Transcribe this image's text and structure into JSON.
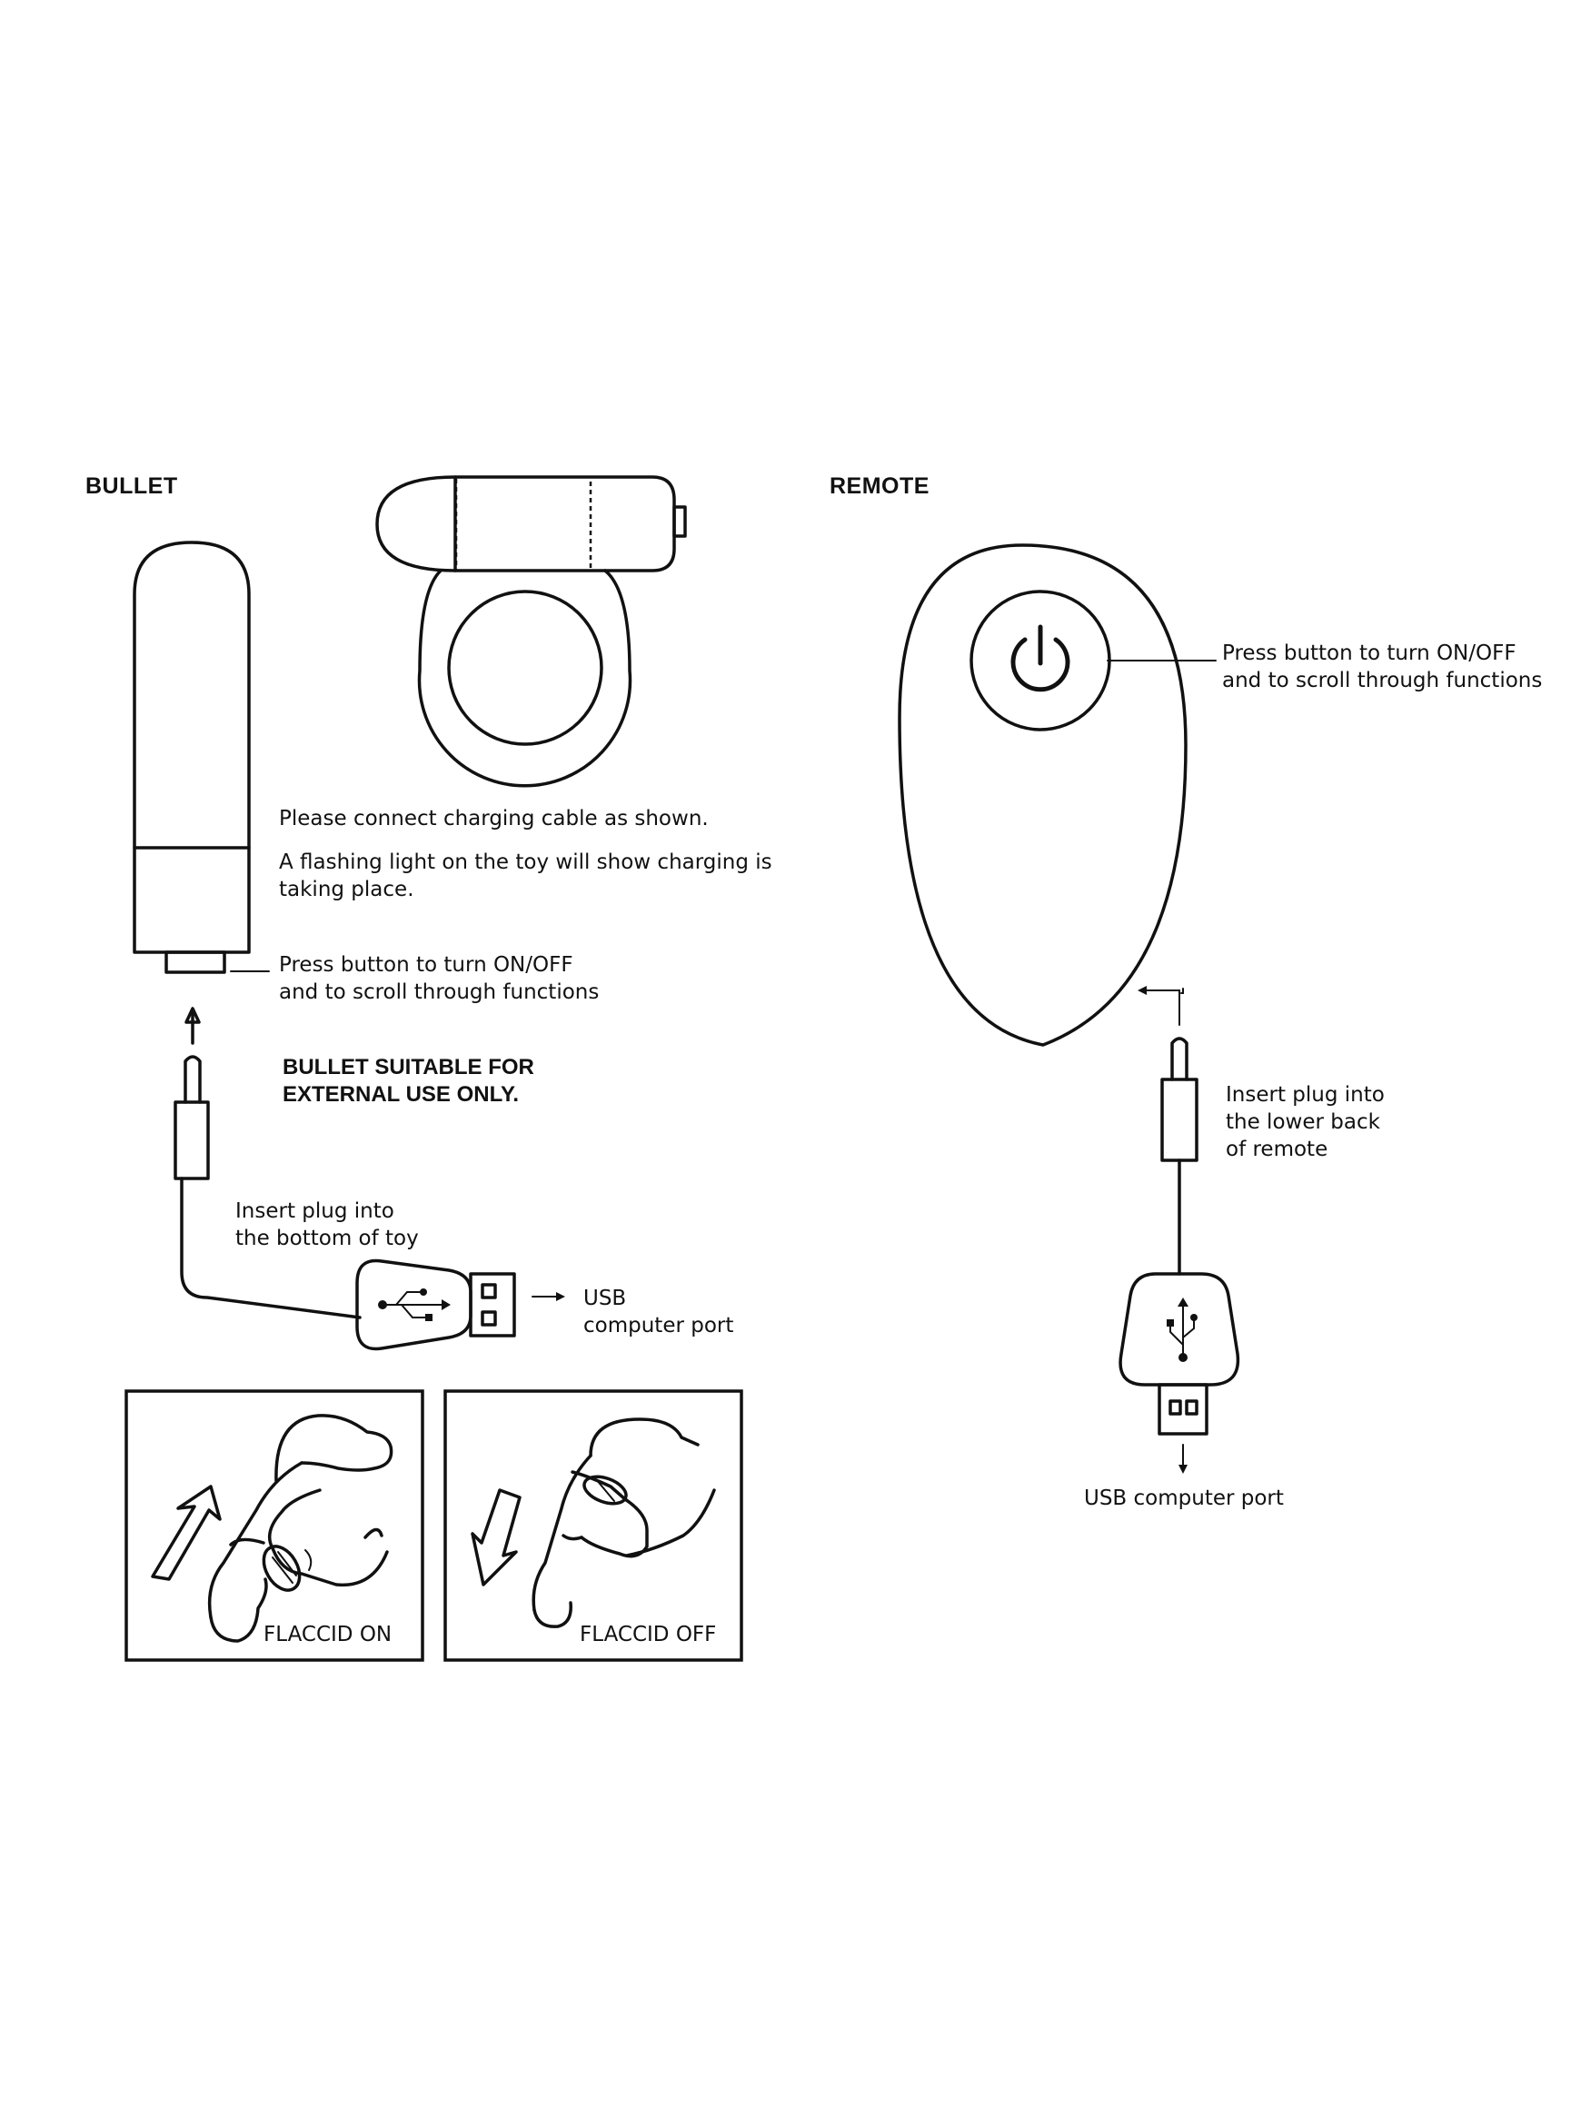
{
  "bullet": {
    "heading": "BULLET",
    "charging_note": "Please connect charging cable as shown.",
    "flashing_note_line1": "A flashing light on the toy will show charging is",
    "flashing_note_line2": "taking place.",
    "button_note_line1": "Press button to turn ON/OFF",
    "button_note_line2": "and to scroll through functions",
    "warning_line1": "BULLET SUITABLE FOR",
    "warning_line2": "EXTERNAL USE ONLY.",
    "insert_note_line1": "Insert plug into",
    "insert_note_line2": "the bottom of toy",
    "usb_line1": "USB",
    "usb_line2": "computer port"
  },
  "remote": {
    "heading": "REMOTE",
    "button_note_line1": "Press button to turn ON/OFF",
    "button_note_line2": "and to scroll through functions",
    "insert_note_line1": "Insert plug into",
    "insert_note_line2": "the lower back",
    "insert_note_line3": "of remote",
    "usb_label": "USB computer port"
  },
  "panels": [
    {
      "label": "FLACCID ON"
    },
    {
      "label": "FLACCID OFF"
    }
  ],
  "icons": [
    "usb-icon",
    "power-icon",
    "arrow-up-icon",
    "arrow-down-icon",
    "arrow-right-icon"
  ],
  "colors": {
    "ink": "#111111",
    "background": "#ffffff"
  }
}
